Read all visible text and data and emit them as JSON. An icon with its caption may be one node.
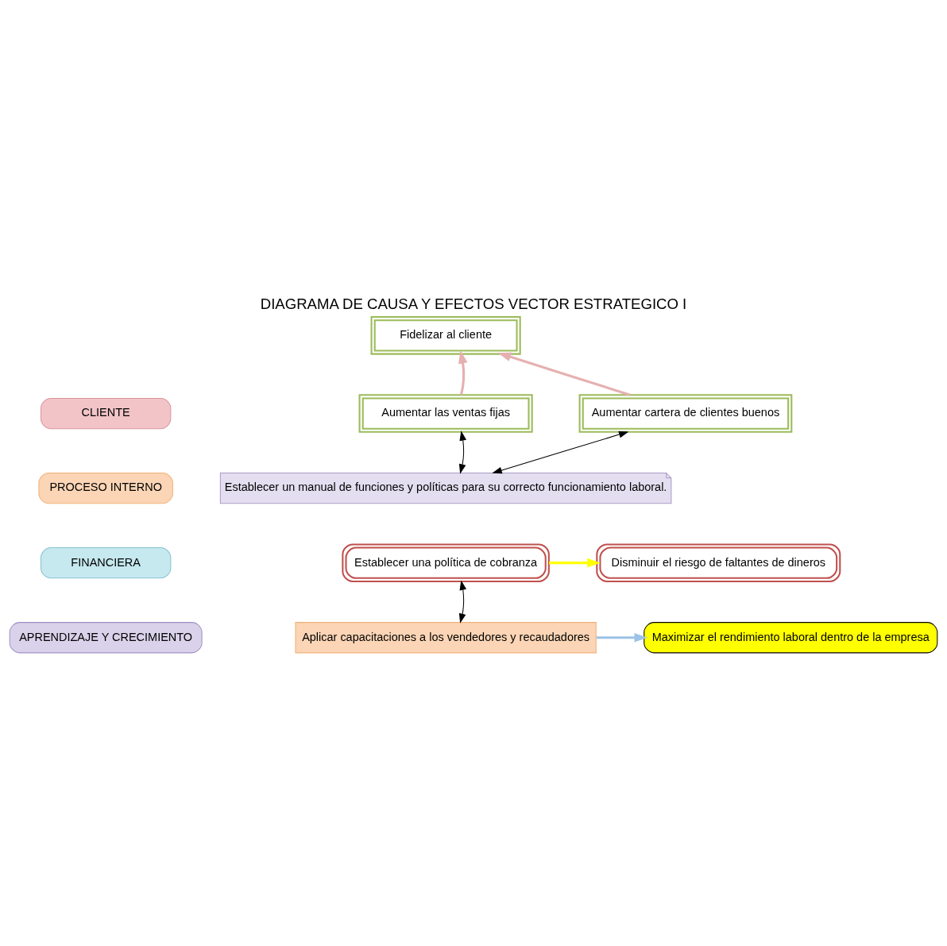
{
  "diagram": {
    "title": "DIAGRAMA DE CAUSA Y EFECTOS VECTOR ESTRATEGICO I",
    "nodes": [
      {
        "text": [
          "CLIENTE"
        ]
      },
      {
        "text": [
          "Fidelizar al cliente"
        ]
      },
      {
        "text": [
          "Aumentar las ventas fijas"
        ]
      },
      {
        "text": [
          "Aumentar cartera de clientes buenos"
        ]
      },
      {
        "text": [
          "PROCESO INTERNO"
        ]
      },
      {
        "text": [
          "Establecer un manual de funciones y políticas para su correcto funcionamiento laboral."
        ]
      },
      {
        "text": [
          "FINANCIERA"
        ]
      },
      {
        "text": [
          "Establecer una política de cobranza"
        ]
      },
      {
        "text": [
          "Disminuir el riesgo de faltantes de dineros"
        ]
      },
      {
        "text": [
          "APRENDIZAJE Y CRECIMIENTO"
        ]
      },
      {
        "text": [
          "Aplicar capacitaciones a los vendedores y recaudadores"
        ]
      },
      {
        "text": [
          "Maximizar el rendimiento laboral dentro de la empresa"
        ]
      }
    ],
    "edges": [
      {
        "from": 2,
        "to": 1,
        "arrow": "to",
        "color": "#e6b0b0"
      },
      {
        "from": 3,
        "to": 1,
        "arrow": "to",
        "color": "#e6b0b0"
      },
      {
        "from": 2,
        "to": 5,
        "arrow": "both"
      },
      {
        "from": 3,
        "to": 5,
        "arrow": "both"
      },
      {
        "from": 7,
        "to": 8,
        "arrow": "to",
        "color": "#ffff00"
      },
      {
        "from": 7,
        "to": 10,
        "arrow": "both"
      },
      {
        "from": 10,
        "to": 11,
        "arrow": "to",
        "color": "#9dc3e6"
      }
    ]
  }
}
